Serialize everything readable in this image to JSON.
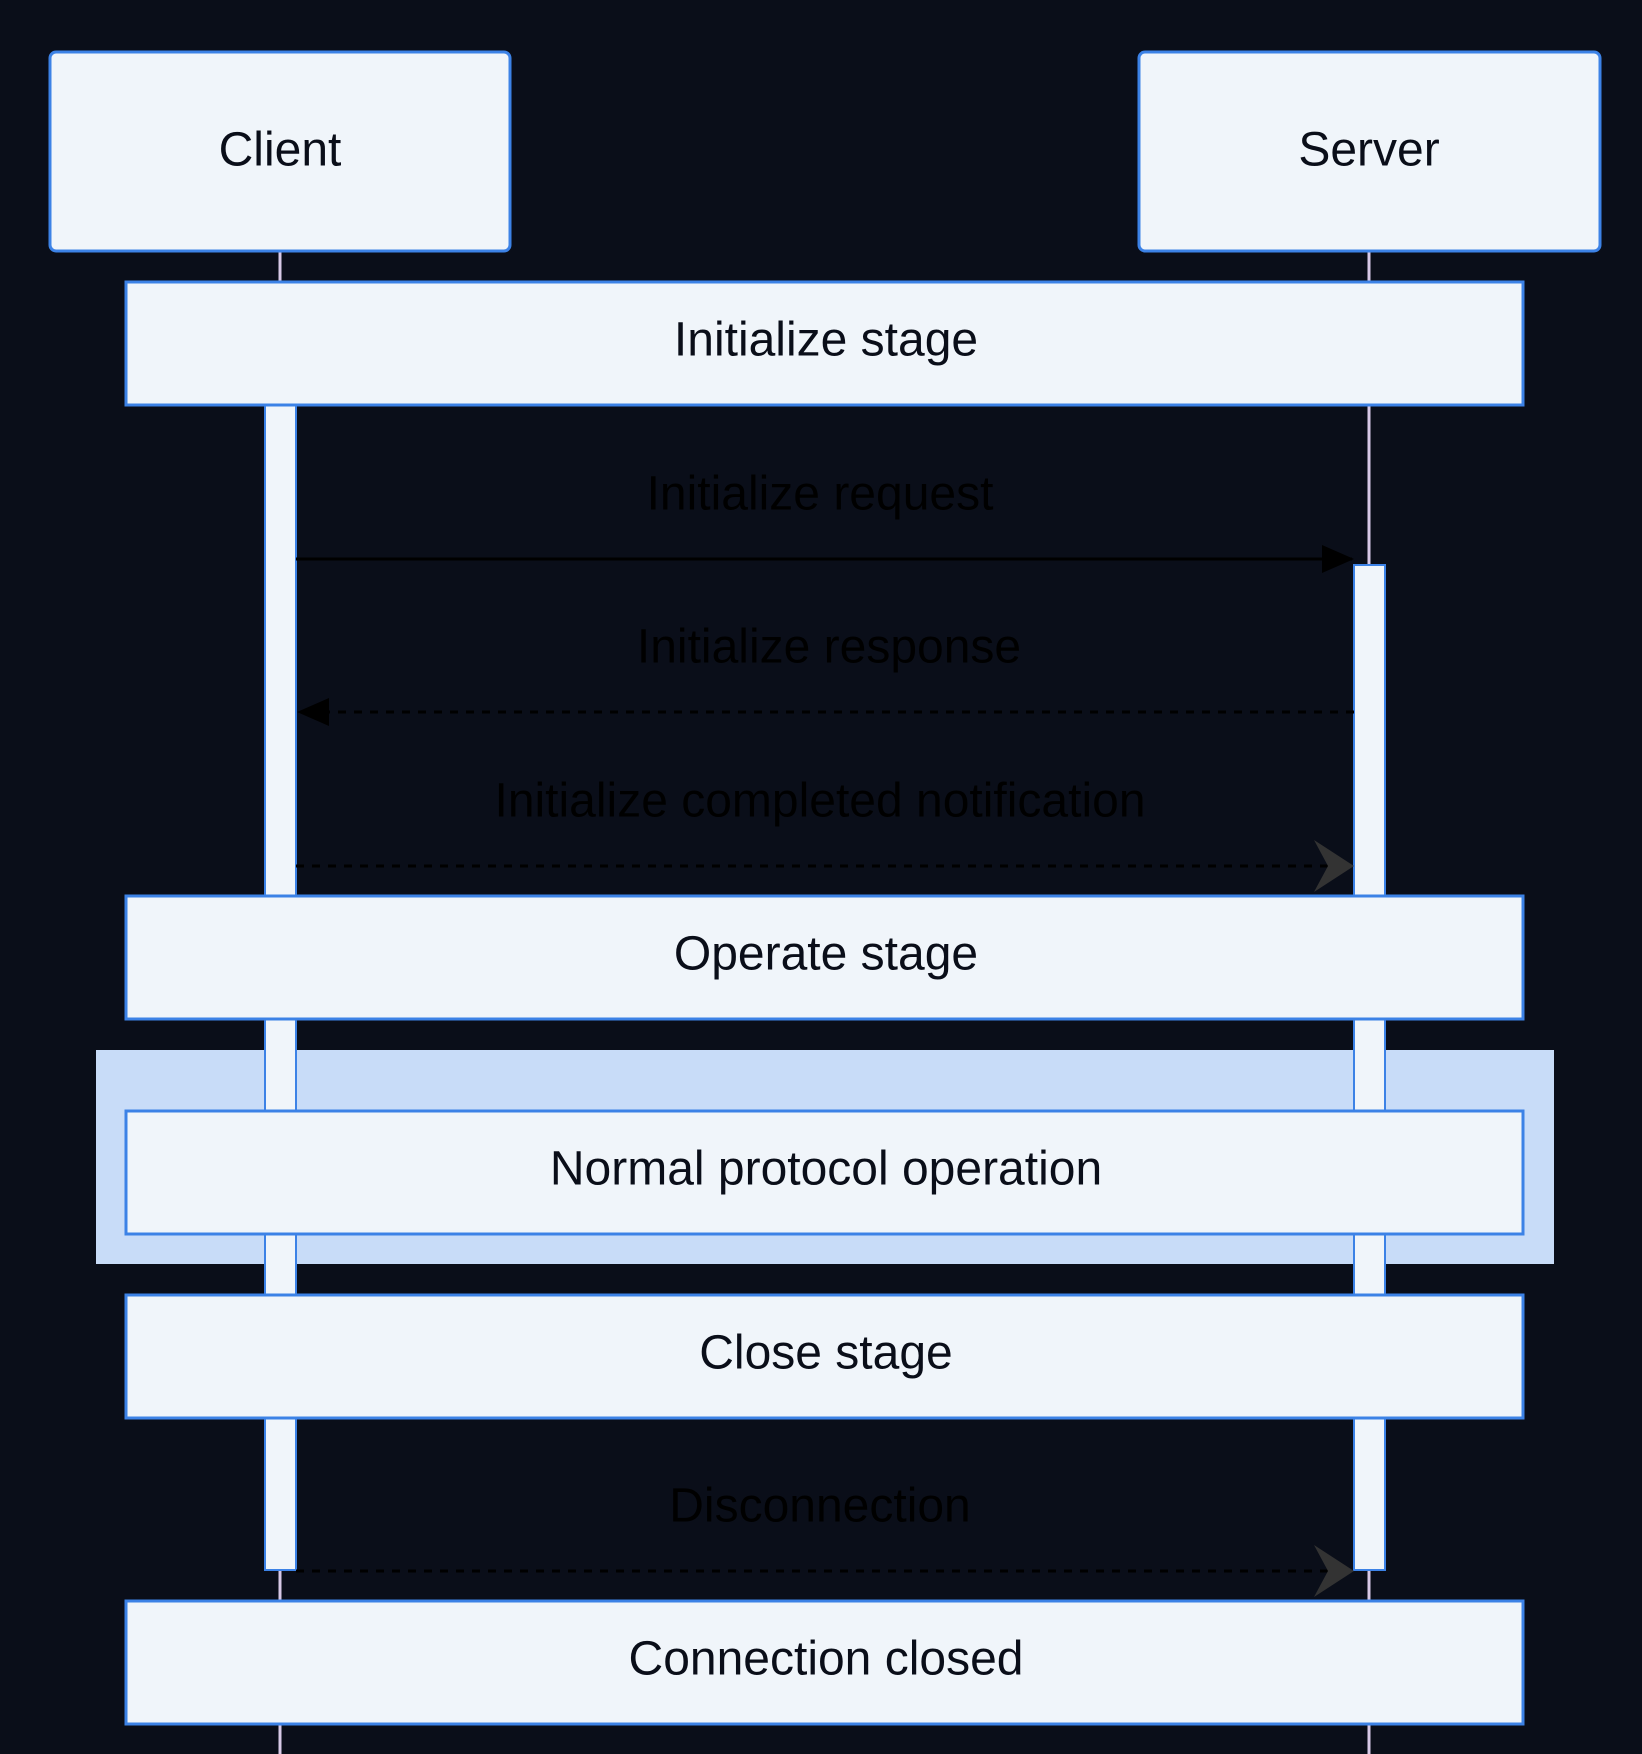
{
  "colors": {
    "background": "#0a0e19",
    "box_fill": "#f0f5fa",
    "box_stroke": "#3c82e6",
    "lifeline": "#d7c8e6",
    "group_fill": "#c8dcf8",
    "arrow": "#000000",
    "async_arrowhead": "#333333"
  },
  "actors": {
    "client": "Client",
    "server": "Server"
  },
  "notes": {
    "initialize_stage": "Initialize stage",
    "operate_stage": "Operate stage",
    "normal_operation": "Normal protocol operation",
    "close_stage": "Close stage",
    "connection_closed": "Connection closed"
  },
  "messages": {
    "initialize_request": "Initialize request",
    "initialize_response": "Initialize response",
    "initialize_completed": "Initialize completed notification",
    "disconnection": "Disconnection"
  }
}
